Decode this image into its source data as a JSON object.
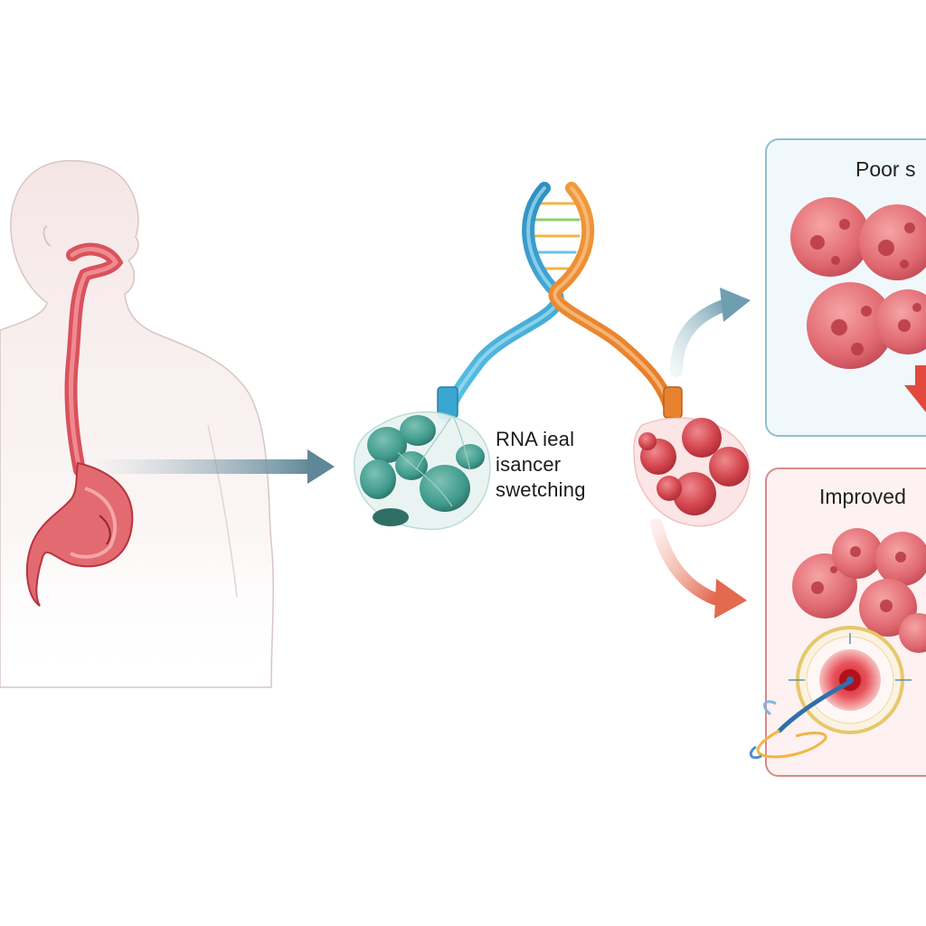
{
  "center_label": {
    "line1": "RNA ieal",
    "line2": "isancer",
    "line3": "swetching"
  },
  "panels": {
    "poor": {
      "title": "Poor s",
      "accent": "#7fb3c9"
    },
    "improved": {
      "title": "Improved",
      "accent": "#d98a8a"
    }
  },
  "colors": {
    "esophagus": "#d9525c",
    "strand_blue": "#3aa6cf",
    "strand_orange": "#e9822f",
    "teal_cells": "#3f9a8c",
    "red_cells": "#cc3a42",
    "arrow_gray": "#6f95a4",
    "arrow_red": "#e3694f"
  },
  "icons": [
    "human-silhouette",
    "esophagus-stomach",
    "rna-double-helix",
    "teal-cell-cluster",
    "red-cell-cluster",
    "target-icon",
    "catheter-icon"
  ]
}
